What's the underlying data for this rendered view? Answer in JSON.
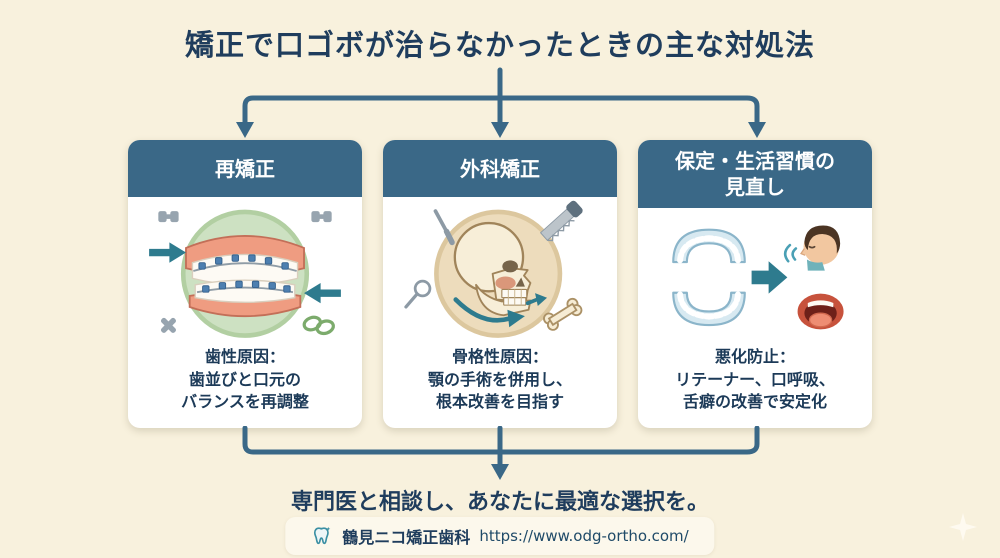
{
  "title": "矯正で口ゴボが治らなかったときの主な対処法",
  "cards": [
    {
      "title_lines": [
        "再矯正"
      ],
      "body_lines": [
        "歯性原因：",
        "歯並びと口元の",
        "バランスを再調整"
      ]
    },
    {
      "title_lines": [
        "外科矯正"
      ],
      "body_lines": [
        "骨格性原因：",
        "顎の手術を併用し、",
        "根本改善を目指す"
      ]
    },
    {
      "title_lines": [
        "保定・生活習慣の",
        "見直し"
      ],
      "body_lines": [
        "悪化防止：",
        "リテーナー、口呼吸、",
        "舌癖の改善で安定化"
      ]
    }
  ],
  "conclusion": "専門医と相談し、あなたに最適な選択を。",
  "footer": {
    "clinic": "鶴見ニコ矯正歯科",
    "url": "https://www.odg-ortho.com/"
  },
  "icons": {
    "footer": "tooth-icon",
    "decoration": "sparkle-icon"
  },
  "colors": {
    "background": "#f8f1dd",
    "header_and_arrows": "#3a6887",
    "text_navy": "#1f3d5d",
    "accent_teal": "#2e7b8e",
    "circle_green": "#cde1c2",
    "circle_beige": "#eddcbc",
    "card_background": "#ffffff"
  }
}
